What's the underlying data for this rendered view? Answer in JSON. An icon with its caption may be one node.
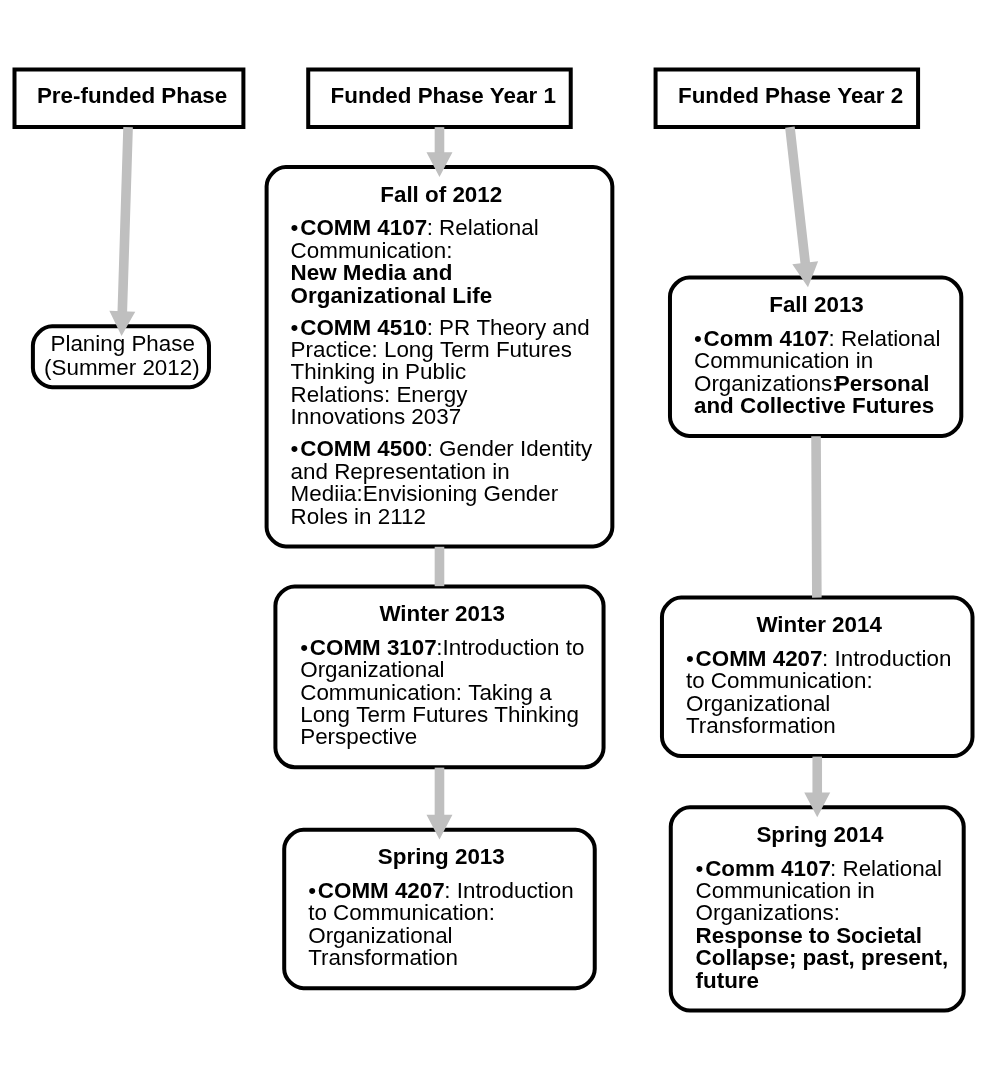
{
  "diagram": {
    "nodes": [
      {
        "text": [
          "Pre-funded Phase"
        ]
      },
      {
        "text": [
          "Planing Phase (Summer 2012)"
        ]
      },
      {
        "text": [
          "Funded Phase Year 1"
        ]
      },
      {
        "text": [
          "Fall of 2012",
          "•**COMM 4107**: Relational Communication: **New Media and Organizational Life**",
          "•**COMM 4510**: PR Theory and Practice: Long Term Futures Thinking in Public Relations: Energy Innovations 2037",
          "•**COMM 4500**: Gender Identity and Representation in Mediia:Envisioning Gender Roles in 2112"
        ]
      },
      {
        "text": [
          "Winter 2013",
          "•**COMM 3107**:Introduction to Organizational Communication: Taking a Long Term Futures Thinking Perspective"
        ]
      },
      {
        "text": [
          "Spring 2013",
          "•**COMM 4207**: Introduction to Communication: Organizational Transformation"
        ]
      },
      {
        "text": [
          "Funded Phase Year 2"
        ]
      },
      {
        "text": [
          "Fall 2013",
          "•**Comm 4107**: Relational Communication in Organizations:**Personal and Collective Futures**"
        ]
      },
      {
        "text": [
          "Winter 2014",
          "•**COMM 4207**: Introduction to Communication: Organizational Transformation"
        ]
      },
      {
        "text": [
          "Spring 2014",
          "•**Comm 4107**: Relational Communication in Organizations: **Response to Societal Collapse; past, present, future**"
        ]
      }
    ],
    "edges": [
      {
        "from": 0,
        "to": 1,
        "arrow": "to"
      },
      {
        "from": 2,
        "to": 3,
        "arrow": "to"
      },
      {
        "from": 3,
        "to": 4,
        "arrow": "none"
      },
      {
        "from": 4,
        "to": 5,
        "arrow": "to"
      },
      {
        "from": 6,
        "to": 7,
        "arrow": "to"
      },
      {
        "from": 7,
        "to": 8,
        "arrow": "none"
      },
      {
        "from": 8,
        "to": 9,
        "arrow": "to"
      }
    ]
  }
}
